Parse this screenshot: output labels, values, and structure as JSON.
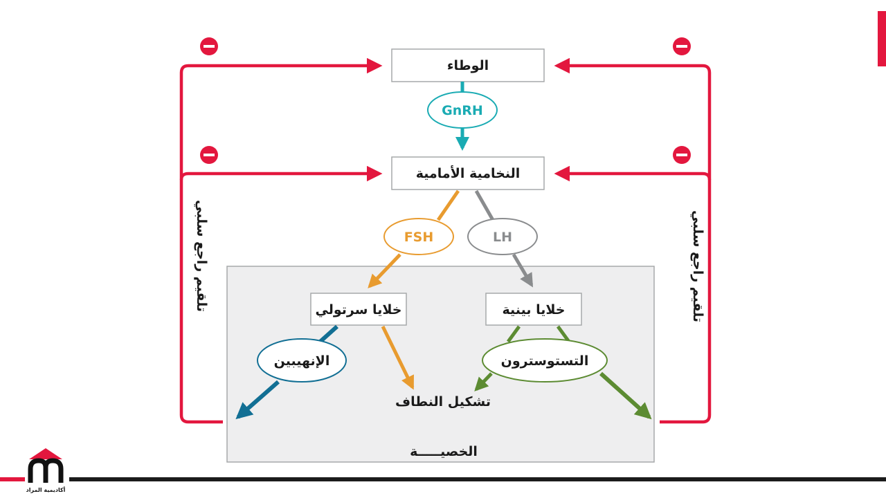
{
  "diagram": {
    "nodes": {
      "hypothalamus": "الوطاء",
      "anterior_pituitary": "النخامية الأمامية",
      "sertoli_cells": "خلايا سرتولي",
      "interstitial_cells": "خلايا بينية",
      "inhibin": "الإنهيبين",
      "testosterone": "التستوسترون",
      "spermatogenesis": "تشكيل النطاف",
      "testis": "الخصيـــــة"
    },
    "hormones": {
      "gnrh": "GnRH",
      "fsh": "FSH",
      "lh": "LH"
    },
    "feedback_label_left": "تلقيم راجع سلبي",
    "feedback_label_right": "تلقيم راجع سلبي",
    "inhibition_sign": "−",
    "colors": {
      "feedback": "#e3173e",
      "gnrh": "#1aabb3",
      "fsh": "#e89b2f",
      "lh": "#8a8c8e",
      "inhibin": "#126f94",
      "testosterone": "#5c8b32",
      "testis_bg": "#eeeeef"
    }
  },
  "branding": {
    "logo_caption": "أكاديمية المراد",
    "logo_icon": "academy-logo-icon"
  }
}
